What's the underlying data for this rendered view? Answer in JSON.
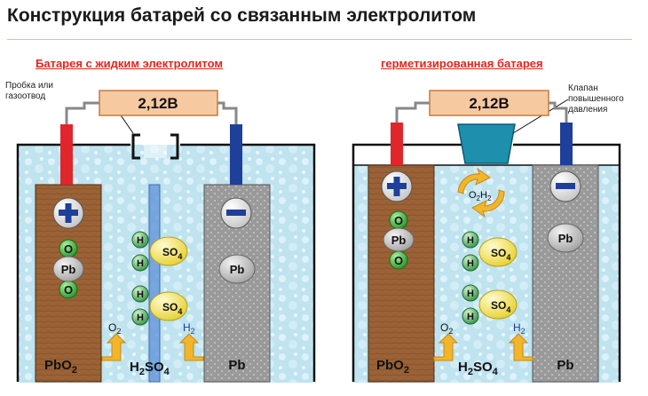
{
  "title": "Конструкция батарей со связанным электролитом",
  "left": {
    "heading": "Батарея с жидким электролитом",
    "voltage": "2,12В",
    "plug_note": [
      "Пробка или",
      "газоотвод"
    ],
    "pos_plate": "PbO",
    "pos_plate_sub": "2",
    "neg_plate": "Pb",
    "electrolyte": "H",
    "electrolyte_sub1": "2",
    "electrolyte_mid": "SO",
    "electrolyte_sub2": "4",
    "gas_o2": "O",
    "gas_o2_sub": "2",
    "gas_h2": "H",
    "gas_h2_sub": "2"
  },
  "right": {
    "heading": "герметизированная батарея",
    "voltage": "2,12В",
    "valve_note": [
      "Клапан",
      "повышенного",
      "давления"
    ],
    "pos_plate": "PbO",
    "pos_plate_sub": "2",
    "neg_plate": "Pb",
    "electrolyte": "H",
    "electrolyte_sub1": "2",
    "electrolyte_mid": "SO",
    "electrolyte_sub2": "4",
    "gas_o2": "O",
    "gas_o2_sub": "2",
    "gas_h2": "H",
    "gas_h2_sub": "2",
    "cycle_label": "O",
    "cycle_label_sub": "2",
    "cycle_label_h": "H",
    "cycle_label_h_sub": "2"
  },
  "molecule": {
    "o": "O",
    "pb": "Pb",
    "h": "H",
    "so": "SO",
    "so_sub": "4"
  },
  "colors": {
    "electrolyte_fill": "#bfe3ef",
    "positive_plate": "#9a6236",
    "negative_plate": "#9a9a9a",
    "positive_terminal": "#e0262b",
    "negative_terminal": "#1e3f9a",
    "voltage_box": "#f7c9a0",
    "oxygen": "#3cb43c",
    "hydrogen": "#46a85a",
    "sulfate": "#f3e35a",
    "arrow": "#f2b52c"
  }
}
